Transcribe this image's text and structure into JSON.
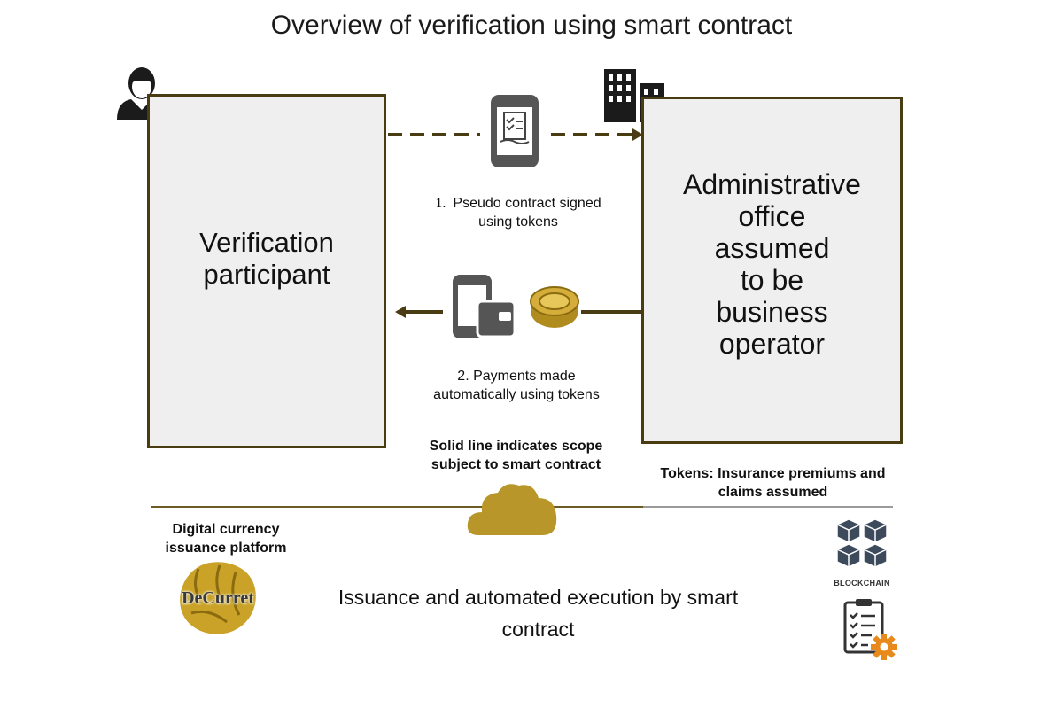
{
  "title": "Overview of verification using smart contract",
  "participant_box": {
    "label": "Verification\nparticipant"
  },
  "operator_box": {
    "label": "Administrative\noffice\nassumed\nto be\nbusiness\noperator"
  },
  "flow_1": {
    "number": "1.",
    "label": "Pseudo contract signed\nusing tokens"
  },
  "flow_2": {
    "label": "2. Payments made\nautomatically using tokens"
  },
  "scope_note": "Solid line indicates scope\nsubject to smart contract",
  "tokens_note": "Tokens: Insurance premiums and\nclaims assumed",
  "platform": {
    "label": "Digital currency\nissuance platform",
    "logo_text": "DeCurret"
  },
  "issuance_text": "Issuance and automated execution by smart\ncontract",
  "blockchain": {
    "label": "BLOCKCHAIN"
  },
  "colors": {
    "accent": "#4a3c12",
    "gold": "#c9a227",
    "dark": "#222222"
  },
  "icons": [
    "person-icon",
    "building-icon",
    "contract-phone-icon",
    "wallet-phone-icon",
    "coin-icon",
    "cloud-icon",
    "decurret-logo",
    "blockchain-cubes-icon",
    "checklist-gear-icon"
  ]
}
